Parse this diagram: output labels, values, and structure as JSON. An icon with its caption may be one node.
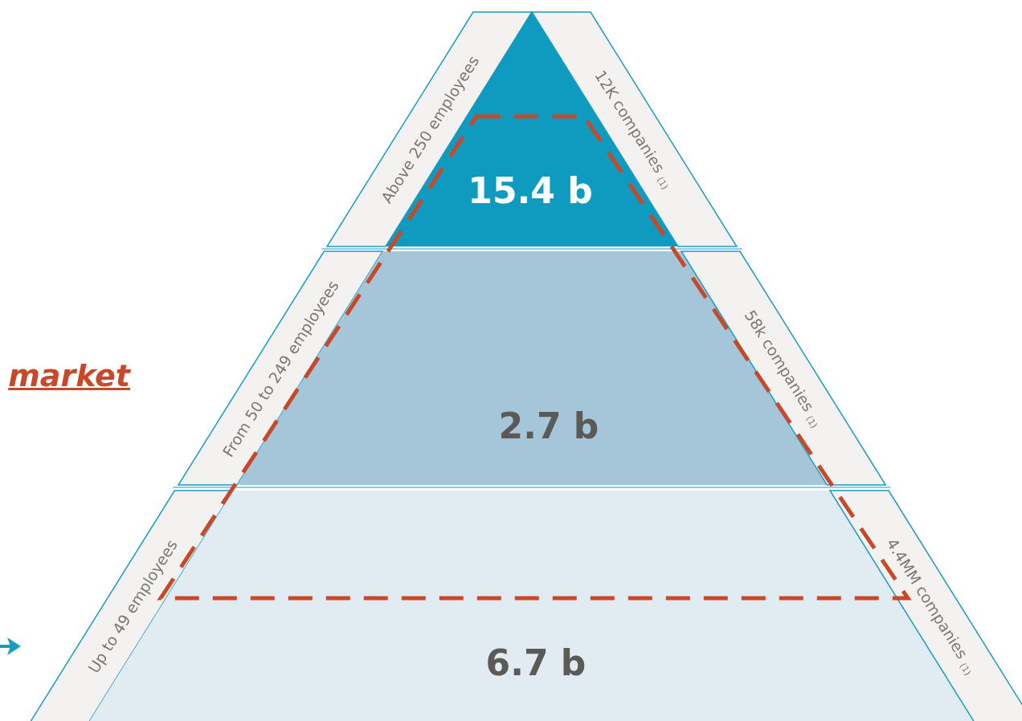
{
  "diagram": {
    "nodes": [
      {
        "text": [
          "Above 250 employees"
        ]
      },
      {
        "text": [
          "15.4 b"
        ]
      },
      {
        "text": [
          "12K companies $_{(1)}$"
        ]
      },
      {
        "text": [
          "From 50 to 249 employees"
        ]
      },
      {
        "text": [
          "2.7 b"
        ]
      },
      {
        "text": [
          "58k companies $_{(1)}$"
        ]
      },
      {
        "text": [
          "Up to 49 employees"
        ]
      },
      {
        "text": [
          "6.7 b"
        ]
      },
      {
        "text": [
          "4.4MM companies $_{(1)}$"
        ]
      }
    ],
    "edges": [],
    "labels": [
      "market"
    ]
  }
}
